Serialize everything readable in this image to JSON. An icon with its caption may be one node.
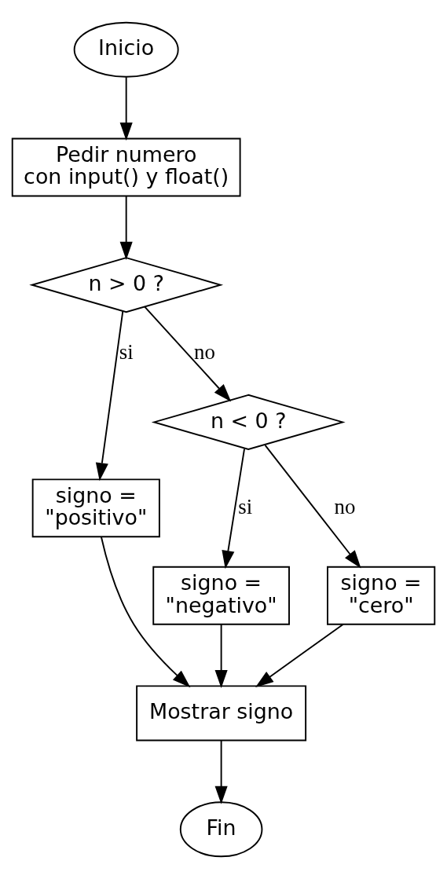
{
  "diagram": {
    "nodes": [
      {
        "text": [
          "Inicio"
        ]
      },
      {
        "text": [
          "Pedir numero con input() y float()"
        ]
      },
      {
        "text": [
          "n > 0 ?"
        ]
      },
      {
        "text": [
          "signo = \"positivo\""
        ]
      },
      {
        "text": [
          "n < 0 ?"
        ]
      },
      {
        "text": [
          "signo = \"negativo\""
        ]
      },
      {
        "text": [
          "signo = \"cero\""
        ]
      },
      {
        "text": [
          "Mostrar signo"
        ]
      },
      {
        "text": [
          "Fin"
        ]
      }
    ],
    "edges": [
      {
        "from": 0,
        "to": 1,
        "arrow": "to"
      },
      {
        "from": 1,
        "to": 2,
        "arrow": "to"
      },
      {
        "from": 2,
        "to": 3,
        "arrow": "to",
        "label": "si"
      },
      {
        "from": 2,
        "to": 4,
        "arrow": "to",
        "label": "no"
      },
      {
        "from": 4,
        "to": 5,
        "arrow": "to",
        "label": "si"
      },
      {
        "from": 4,
        "to": 6,
        "arrow": "to",
        "label": "no"
      },
      {
        "from": 3,
        "to": 7,
        "arrow": "to"
      },
      {
        "from": 5,
        "to": 7,
        "arrow": "to"
      },
      {
        "from": 6,
        "to": 7,
        "arrow": "to"
      },
      {
        "from": 7,
        "to": 8,
        "arrow": "to"
      }
    ]
  }
}
